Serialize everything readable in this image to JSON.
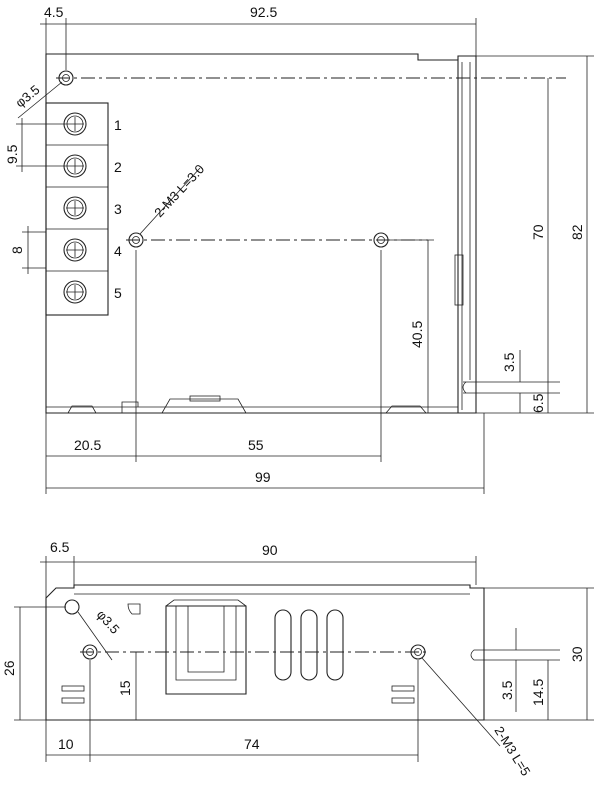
{
  "top_view": {
    "dims": {
      "d_4_5": "4.5",
      "d_92_5": "92.5",
      "d_phi_3_5": "φ3.5",
      "d_9_5": "9.5",
      "d_8": "8",
      "d_2m3": "2-M3 L=3.0",
      "d_70": "70",
      "d_82": "82",
      "d_40_5": "40.5",
      "d_3_5": "3.5",
      "d_6_5": "6.5",
      "d_20_5": "20.5",
      "d_55": "55",
      "d_99": "99"
    },
    "terminals": [
      "1",
      "2",
      "3",
      "4",
      "5"
    ]
  },
  "side_view": {
    "dims": {
      "d_6_5": "6.5",
      "d_90": "90",
      "d_phi_3_5": "φ3.5",
      "d_26": "26",
      "d_15": "15",
      "d_30": "30",
      "d_3_5": "3.5",
      "d_14_5": "14.5",
      "d_10": "10",
      "d_74": "74",
      "d_2m3": "2-M3 L=5"
    }
  }
}
